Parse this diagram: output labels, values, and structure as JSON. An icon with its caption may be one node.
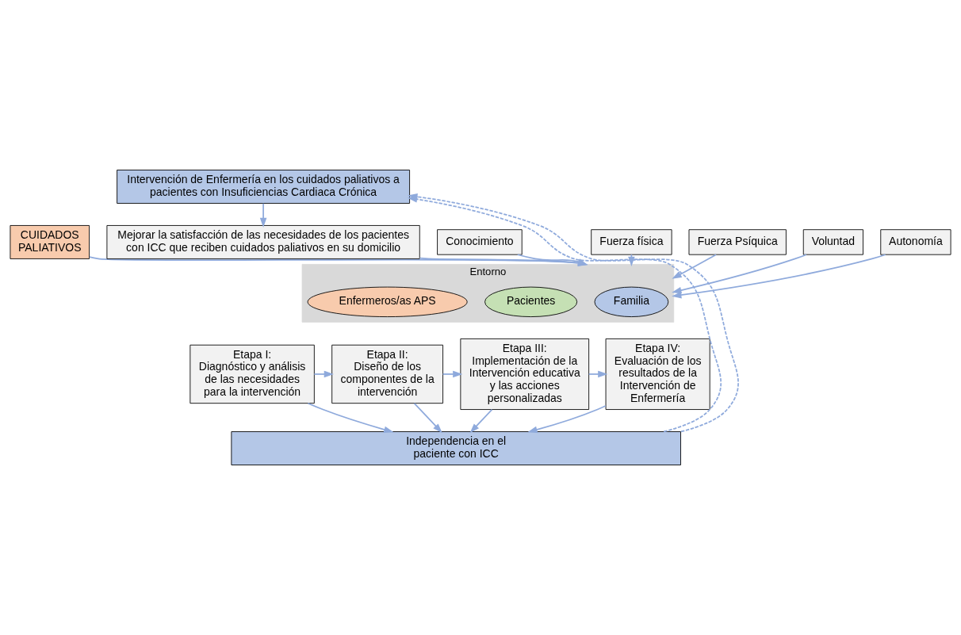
{
  "diagram": {
    "nodes": [
      {
        "text": [
          "Intervención de Enfermería en los cuidados paliativos a pacientes con Insuficiencias Cardiaca Crónica"
        ]
      },
      {
        "text": [
          "Mejorar la satisfacción de las necesidades de los pacientes con ICC que reciben cuidados paliativos en su domicilio"
        ]
      },
      {
        "text": [
          "Entorno"
        ]
      },
      {
        "text": [
          "Familia"
        ],
        "in": 2
      },
      {
        "text": [
          "Pacientes"
        ],
        "in": 2
      },
      {
        "text": [
          "Enfermeros/as APS"
        ],
        "in": 2
      },
      {
        "text": [
          "CUIDADOS PALIATIVOS"
        ]
      },
      {
        "text": [
          "Conocimiento"
        ]
      },
      {
        "text": [
          "Fuerza física"
        ]
      },
      {
        "text": [
          "Fuerza Psíquica"
        ]
      },
      {
        "text": [
          "Voluntad"
        ]
      },
      {
        "text": [
          "Autonomía"
        ]
      },
      {
        "text": [
          "Etapa I:",
          "Diagnóstico y análisis de las necesidades para la intervención"
        ]
      },
      {
        "text": [
          "Etapa II:",
          "Diseño de los componentes de la intervención"
        ]
      },
      {
        "text": [
          "Etapa III:",
          "Implementación de la Intervención educativa y las acciones personalizadas"
        ]
      },
      {
        "text": [
          "Etapa IV:",
          "Evaluación de los resultados de la Intervención de Enfermería"
        ]
      },
      {
        "text": [
          "Independencia en el paciente con ICC"
        ]
      }
    ],
    "edges": [
      {
        "from": 0,
        "to": 1,
        "arrow": "to"
      },
      {
        "from": 1,
        "to": 2,
        "arrow": "to"
      },
      {
        "from": 6,
        "to": 2,
        "arrow": "to"
      },
      {
        "from": 7,
        "to": 2,
        "arrow": "to"
      },
      {
        "from": 8,
        "to": 2,
        "arrow": "to"
      },
      {
        "from": 9,
        "to": 2,
        "arrow": "to"
      },
      {
        "from": 10,
        "to": 2,
        "arrow": "to"
      },
      {
        "from": 11,
        "to": 2,
        "arrow": "to"
      },
      {
        "from": 12,
        "to": 13,
        "arrow": "to"
      },
      {
        "from": 13,
        "to": 14,
        "arrow": "to"
      },
      {
        "from": 14,
        "to": 15,
        "arrow": "to"
      },
      {
        "from": 12,
        "to": 16,
        "arrow": "to"
      },
      {
        "from": 13,
        "to": 16,
        "arrow": "to"
      },
      {
        "from": 14,
        "to": 16,
        "arrow": "to"
      },
      {
        "from": 15,
        "to": 16,
        "arrow": "to"
      },
      {
        "from": 16,
        "to": 0,
        "arrow": "to",
        "style": "dashed"
      },
      {
        "from": 16,
        "to": 0,
        "arrow": "to",
        "style": "dashed"
      }
    ]
  }
}
